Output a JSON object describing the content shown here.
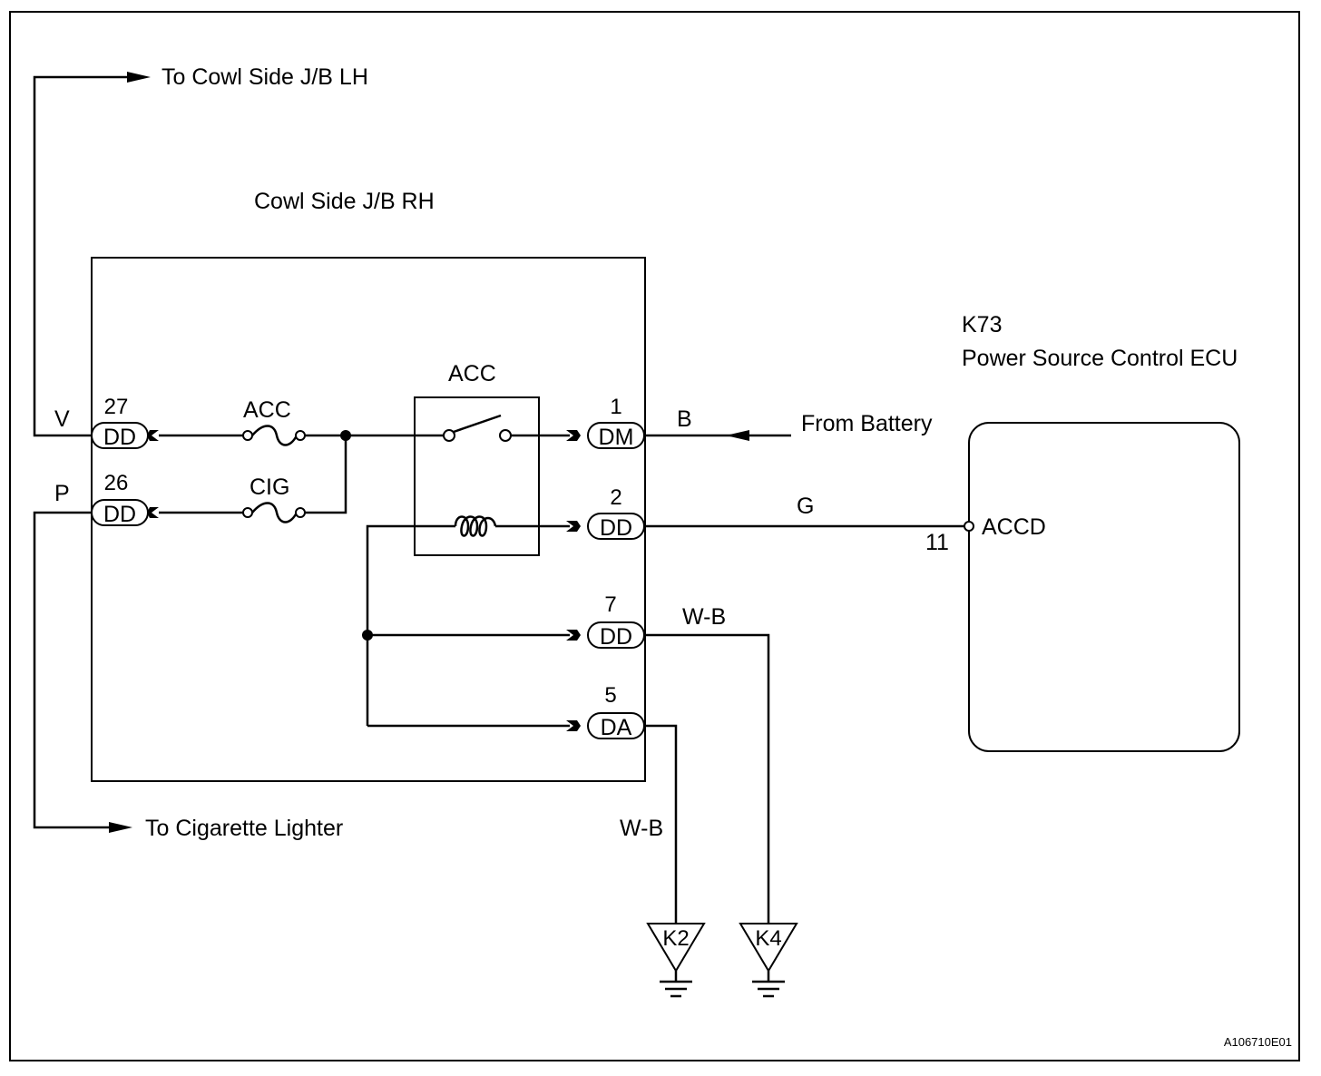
{
  "labels": {
    "to_cowl_lh": "To Cowl Side J/B LH",
    "to_cig_lighter": "To Cigarette Lighter",
    "jb_rh": "Cowl Side J/B RH",
    "ecu_code": "K73",
    "ecu_name": "Power Source Control ECU",
    "from_battery": "From Battery",
    "relay_label": "ACC",
    "fuse_acc": "ACC",
    "fuse_cig": "CIG",
    "ecu_pin_name": "ACCD",
    "ecu_pin_num": "11",
    "figure_code": "A106710E01"
  },
  "connectors": {
    "c27": {
      "pin": "27",
      "name": "DD"
    },
    "c26": {
      "pin": "26",
      "name": "DD"
    },
    "c1": {
      "pin": "1",
      "name": "DM"
    },
    "c2": {
      "pin": "2",
      "name": "DD"
    },
    "c7": {
      "pin": "7",
      "name": "DD"
    },
    "c5": {
      "pin": "5",
      "name": "DA"
    }
  },
  "wire_colors": {
    "v": "V",
    "p": "P",
    "b": "B",
    "g": "G",
    "wb1": "W-B",
    "wb2": "W-B"
  },
  "grounds": {
    "k2": "K2",
    "k4": "K4"
  }
}
